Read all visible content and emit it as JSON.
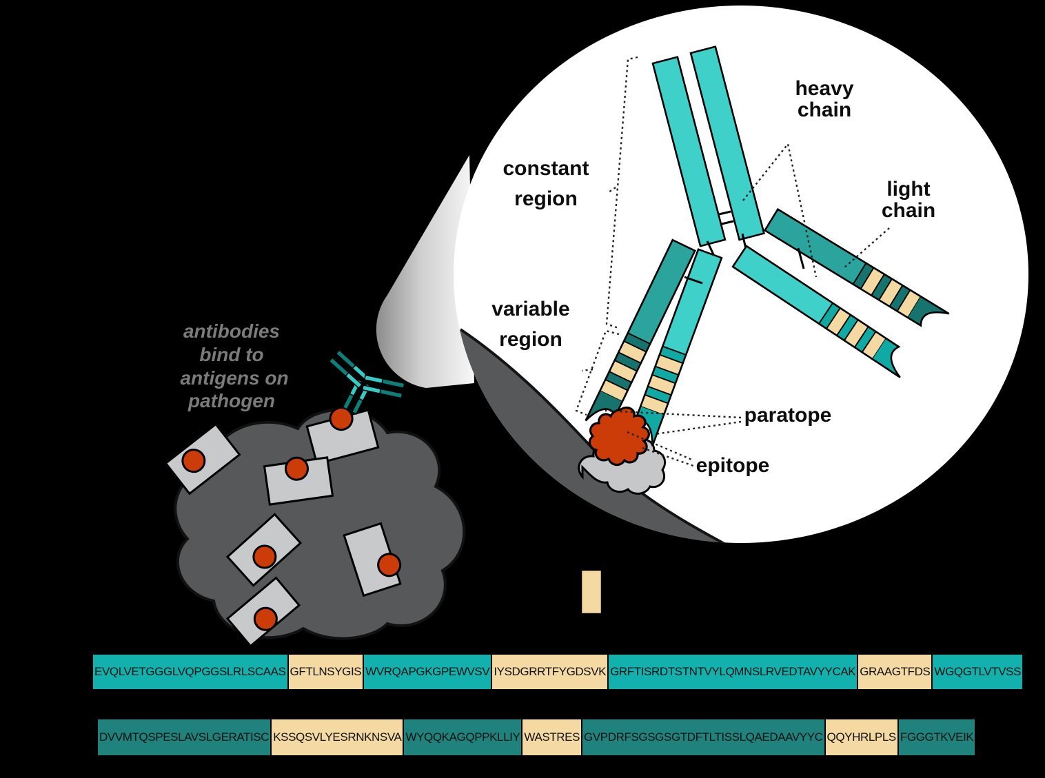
{
  "caption": {
    "lines": [
      "antibodies",
      "bind to",
      "antigens on",
      "pathogen"
    ]
  },
  "inset": {
    "labels": {
      "heavy_chain": [
        "heavy",
        "chain"
      ],
      "light_chain": [
        "light",
        "chain"
      ],
      "constant_region": [
        "constant",
        "region"
      ],
      "variable_region": [
        "variable",
        "region"
      ],
      "paratope": "paratope",
      "epitope": "epitope"
    }
  },
  "colors": {
    "background": "#000000",
    "heavy_chain_teal": "#3fd0ca",
    "light_chain_teal": "#2ba49e",
    "heavy_bar_teal": "#12b1ad",
    "light_bar_teal": "#1f827d",
    "cdr_cream": "#f5d9a2",
    "epitope_orange": "#cc3c09",
    "pathogen_gray": "#57585a",
    "antigen_gray": "#c8c9ca",
    "caption_gray": "#7b7b7b"
  },
  "sequences": {
    "heavy_chain": {
      "segments": [
        {
          "text": "EVQLVETGGGLVQPGGSLRLSCAAS",
          "region": "framework"
        },
        {
          "text": "GFTLNSYGIS",
          "region": "cdr"
        },
        {
          "text": "WVRQAPGKGPEWVSV",
          "region": "framework"
        },
        {
          "text": "IYSDGRRTFYGDSVK",
          "region": "cdr"
        },
        {
          "text": "GRFTISRDTSTNTVYLQMNSLRVEDTAVYYCAK",
          "region": "framework"
        },
        {
          "text": "GRAAGTFDS",
          "region": "cdr"
        },
        {
          "text": "WGQGTLVTVSS",
          "region": "framework"
        }
      ]
    },
    "light_chain": {
      "segments": [
        {
          "text": "DVVMTQSPESLAVSLGERATISC",
          "region": "framework"
        },
        {
          "text": "KSSQSVLYESRNKNSVA",
          "region": "cdr"
        },
        {
          "text": "WYQQKAGQPPKLLIY",
          "region": "framework"
        },
        {
          "text": "WASTRES",
          "region": "cdr"
        },
        {
          "text": "GVPDRFSGSGSGTDFTLTISSLQAEDAAVYYC",
          "region": "framework"
        },
        {
          "text": "QQYHRLPLS",
          "region": "cdr"
        },
        {
          "text": "FGGGTKVEIK",
          "region": "framework"
        }
      ]
    }
  }
}
